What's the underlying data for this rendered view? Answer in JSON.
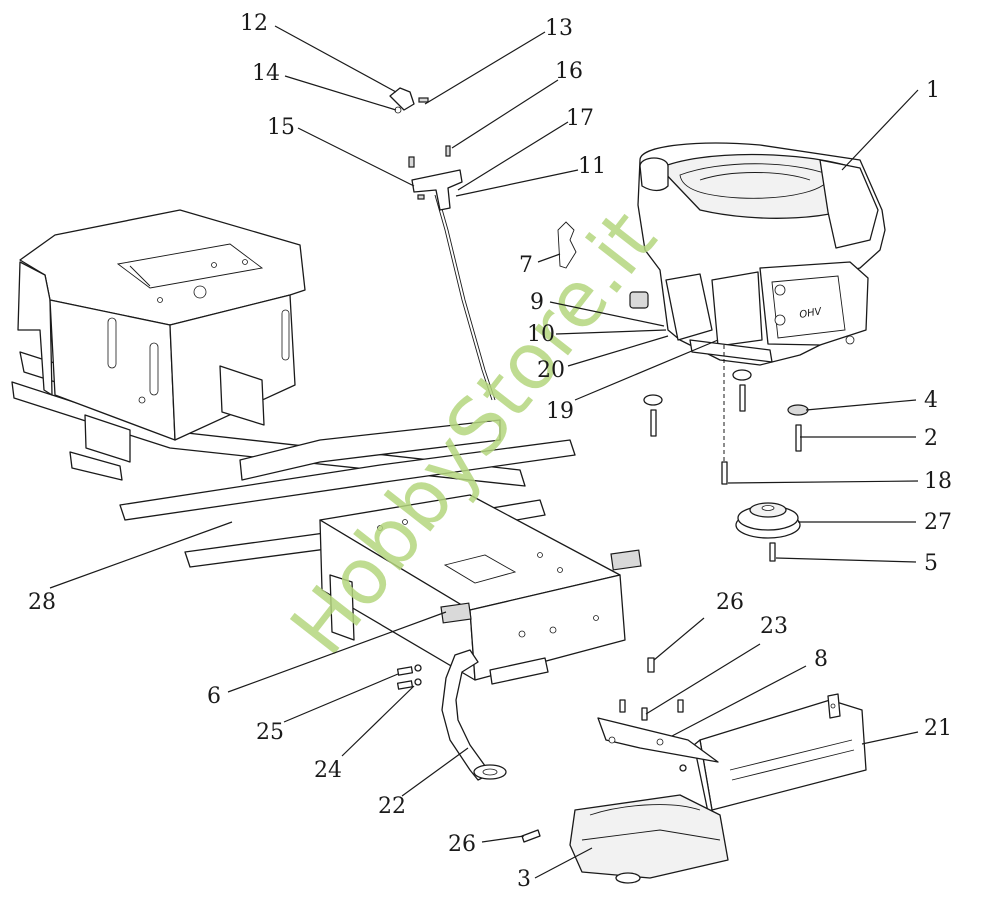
{
  "watermark": {
    "text": "HobbyStore.it",
    "color": "#b5d67e"
  },
  "engine_badge": "OHV",
  "callouts": [
    {
      "id": "1",
      "text": "1"
    },
    {
      "id": "2",
      "text": "2"
    },
    {
      "id": "3",
      "text": "3"
    },
    {
      "id": "4",
      "text": "4"
    },
    {
      "id": "5",
      "text": "5"
    },
    {
      "id": "6",
      "text": "6"
    },
    {
      "id": "7",
      "text": "7"
    },
    {
      "id": "8",
      "text": "8"
    },
    {
      "id": "9",
      "text": "9"
    },
    {
      "id": "10",
      "text": "10"
    },
    {
      "id": "11",
      "text": "11"
    },
    {
      "id": "12",
      "text": "12"
    },
    {
      "id": "13",
      "text": "13"
    },
    {
      "id": "14",
      "text": "14"
    },
    {
      "id": "15",
      "text": "15"
    },
    {
      "id": "16",
      "text": "16"
    },
    {
      "id": "17",
      "text": "17"
    },
    {
      "id": "18",
      "text": "18"
    },
    {
      "id": "19",
      "text": "19"
    },
    {
      "id": "20",
      "text": "20"
    },
    {
      "id": "21",
      "text": "21"
    },
    {
      "id": "22",
      "text": "22"
    },
    {
      "id": "23",
      "text": "23"
    },
    {
      "id": "24",
      "text": "24"
    },
    {
      "id": "25",
      "text": "25"
    },
    {
      "id": "26a",
      "text": "26"
    },
    {
      "id": "26b",
      "text": "26"
    },
    {
      "id": "27",
      "text": "27"
    },
    {
      "id": "28",
      "text": "28"
    }
  ]
}
